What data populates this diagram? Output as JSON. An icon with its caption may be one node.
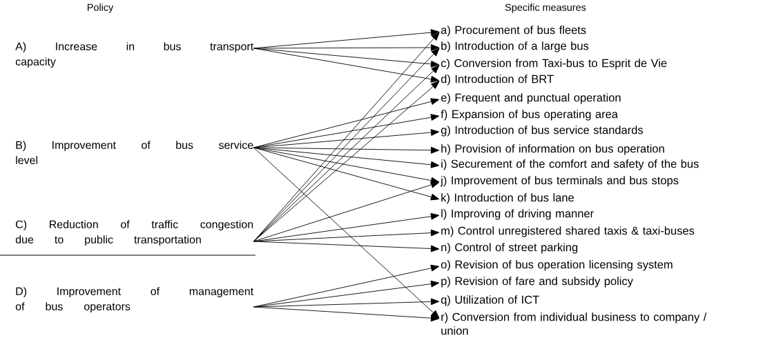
{
  "diagram": {
    "nodes": [
      {
        "text": [
          "A) Increase in bus transport capacity"
        ]
      },
      {
        "text": [
          "B) Improvement of bus service level"
        ]
      },
      {
        "text": [
          "C) Reduction of traffic congestion due to public transportation"
        ]
      },
      {
        "text": [
          "D) Improvement of management of bus operators"
        ]
      },
      {
        "text": [
          "a) Procurement of bus fleets"
        ]
      },
      {
        "text": [
          "b) Introduction of a large bus"
        ]
      },
      {
        "text": [
          "c) Conversion from Taxi-bus to Esprit de Vie"
        ]
      },
      {
        "text": [
          "d) Introduction of BRT"
        ]
      },
      {
        "text": [
          "e) Frequent and punctual operation"
        ]
      },
      {
        "text": [
          "f) Expansion of bus operating area"
        ]
      },
      {
        "text": [
          "g) Introduction of bus service standards"
        ]
      },
      {
        "text": [
          "h) Provision of information on bus operation"
        ]
      },
      {
        "text": [
          "i) Securement of the comfort and safety of the bus"
        ]
      },
      {
        "text": [
          "j) Improvement of bus terminals and bus stops"
        ]
      },
      {
        "text": [
          "k) Introduction of bus lane"
        ]
      },
      {
        "text": [
          "l) Improving of driving manner"
        ]
      },
      {
        "text": [
          "m) Control unregistered shared taxis & taxi-buses"
        ]
      },
      {
        "text": [
          "n) Control of street parking"
        ]
      },
      {
        "text": [
          "o) Revision of bus operation licensing system"
        ]
      },
      {
        "text": [
          "p) Revision of fare and subsidy policy"
        ]
      },
      {
        "text": [
          "q) Utilization of ICT"
        ]
      },
      {
        "text": [
          "r) Conversion from individual business to company / union"
        ]
      }
    ],
    "edges": [
      {
        "from": 0,
        "to": 4,
        "arrow": "to"
      },
      {
        "from": 0,
        "to": 5,
        "arrow": "to"
      },
      {
        "from": 0,
        "to": 6,
        "arrow": "to"
      },
      {
        "from": 0,
        "to": 7,
        "arrow": "to"
      },
      {
        "from": 1,
        "to": 8,
        "arrow": "to"
      },
      {
        "from": 1,
        "to": 9,
        "arrow": "to"
      },
      {
        "from": 1,
        "to": 10,
        "arrow": "to"
      },
      {
        "from": 1,
        "to": 11,
        "arrow": "to"
      },
      {
        "from": 1,
        "to": 12,
        "arrow": "to"
      },
      {
        "from": 1,
        "to": 13,
        "arrow": "to"
      },
      {
        "from": 1,
        "to": 14,
        "arrow": "to"
      },
      {
        "from": 1,
        "to": 21,
        "arrow": "to"
      },
      {
        "from": 2,
        "to": 4,
        "arrow": "to"
      },
      {
        "from": 2,
        "to": 5,
        "arrow": "to"
      },
      {
        "from": 2,
        "to": 6,
        "arrow": "to"
      },
      {
        "from": 2,
        "to": 7,
        "arrow": "to"
      },
      {
        "from": 2,
        "to": 13,
        "arrow": "to"
      },
      {
        "from": 2,
        "to": 15,
        "arrow": "to"
      },
      {
        "from": 2,
        "to": 16,
        "arrow": "to"
      },
      {
        "from": 2,
        "to": 17,
        "arrow": "to"
      },
      {
        "from": 3,
        "to": 18,
        "arrow": "to"
      },
      {
        "from": 3,
        "to": 19,
        "arrow": "to"
      },
      {
        "from": 3,
        "to": 20,
        "arrow": "to"
      },
      {
        "from": 3,
        "to": 21,
        "arrow": "to"
      }
    ],
    "labels": [
      "Policy",
      "Specific measures"
    ]
  }
}
